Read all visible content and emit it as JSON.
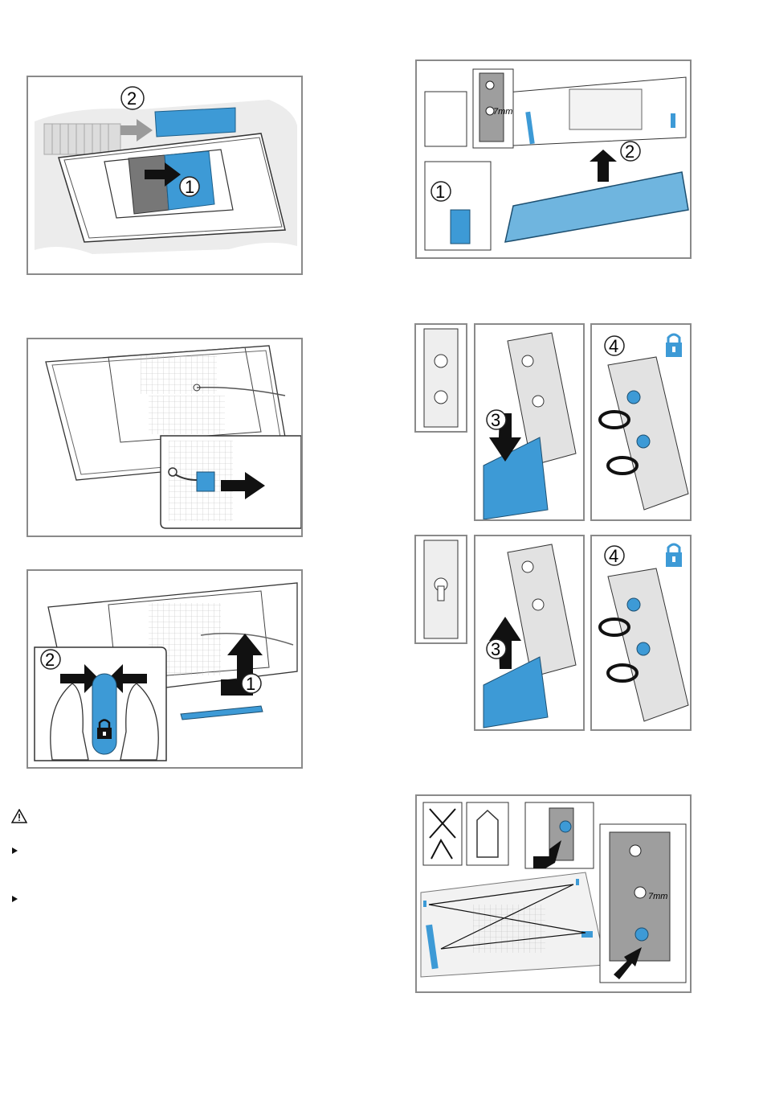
{
  "steps": {
    "one": "1",
    "two": "2",
    "three": "3",
    "four": "4"
  },
  "measure": "7mm",
  "colors": {
    "accent_blue": "#3d9ad6",
    "light_blue": "#6fb5df",
    "frame_gray": "#8a8a8a",
    "shade_gray": "#e8e8e8"
  },
  "icons": {
    "warning": "warning-triangle-icon",
    "lock": "padlock-icon",
    "bullet": "bullet-arrow-icon"
  }
}
